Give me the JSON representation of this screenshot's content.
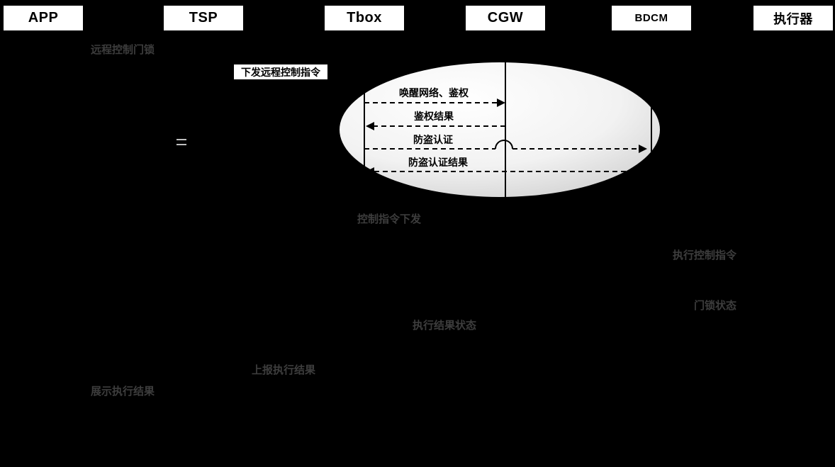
{
  "colors": {
    "background": "#000000",
    "box_fill": "#ffffff",
    "box_text": "#000000",
    "dim_label": "#3d3d3d",
    "line": "#000000",
    "ellipse_center": "#ffffff",
    "ellipse_edge": "#c9c9c9"
  },
  "participants": [
    {
      "label": "APP"
    },
    {
      "label": "TSP"
    },
    {
      "label": "Tbox"
    },
    {
      "label": "CGW"
    },
    {
      "label": "BDCM"
    },
    {
      "label": "执行器"
    }
  ],
  "messages": {
    "remote_control_lock": "远程控制门锁",
    "send_remote_command": "下发远程控制指令",
    "wake_network_auth": "唤醒网络、鉴权",
    "auth_result": "鉴权结果",
    "antitheft_auth": "防盗认证",
    "antitheft_auth_result": "防盗认证结果",
    "command_dispatch": "控制指令下发",
    "execute_command": "执行控制指令",
    "door_lock_status": "门锁状态",
    "execution_result_status": "执行结果状态",
    "report_execution_result": "上报执行结果",
    "display_execution_result": "展示执行结果"
  }
}
